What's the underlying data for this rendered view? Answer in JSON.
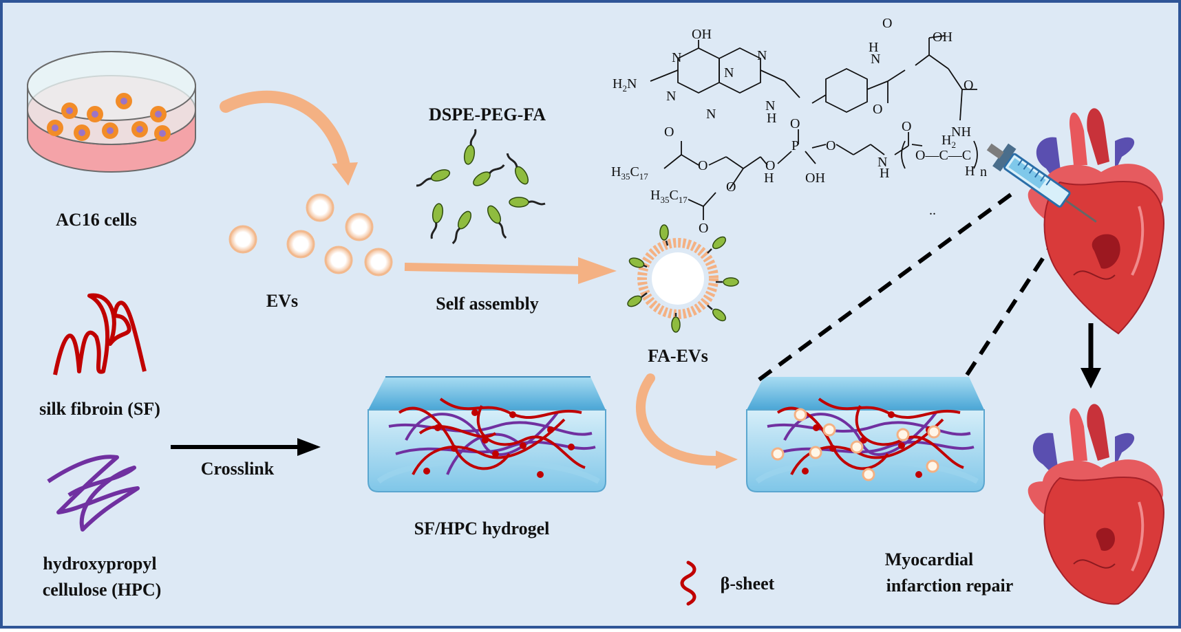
{
  "labels": {
    "ac16_cells": "AC16 cells",
    "evs": "EVs",
    "dspe_peg_fa": "DSPE-PEG-FA",
    "self_assembly": "Self assembly",
    "fa_evs": "FA-EVs",
    "silk_fibroin": "silk fibroin (SF)",
    "crosslink": "Crosslink",
    "hpc_line1": "hydroxypropyl",
    "hpc_line2": "cellulose (HPC)",
    "sf_hpc_hydrogel": "SF/HPC hydrogel",
    "beta_sheet": "β-sheet",
    "mi_line1": "Myocardial",
    "mi_line2": "infarction repair"
  },
  "chemistry": {
    "oh": "OH",
    "cooh": "OH",
    "n": "N",
    "nh": "H",
    "h2n": "H",
    "h2n_sub": "2",
    "h2n_n": "N",
    "o": "O",
    "p": "P",
    "h35c17": "H",
    "h35c17_sub1": "35",
    "h35c17_c": "C",
    "h35c17_sub2": "17",
    "h": "H",
    "n_repeat": "n",
    "peg_unit": "O—C—C",
    "peg_h2": "H",
    "peg_h2_sub": "2",
    "dots": "..",
    "nh_top": "NH"
  },
  "colors": {
    "background": "#dde9f5",
    "border": "#2f5597",
    "silk_fibroin": "#c00000",
    "hpc": "#7030a0",
    "arrow_orange": "#f4b183",
    "ev_fill": "#fbe5d6",
    "fa_green": "#8fbc3f",
    "hydrogel_blue": "#5ab4dc",
    "heart_red": "#d93a3a",
    "heart_blue": "#5a4fb0"
  }
}
